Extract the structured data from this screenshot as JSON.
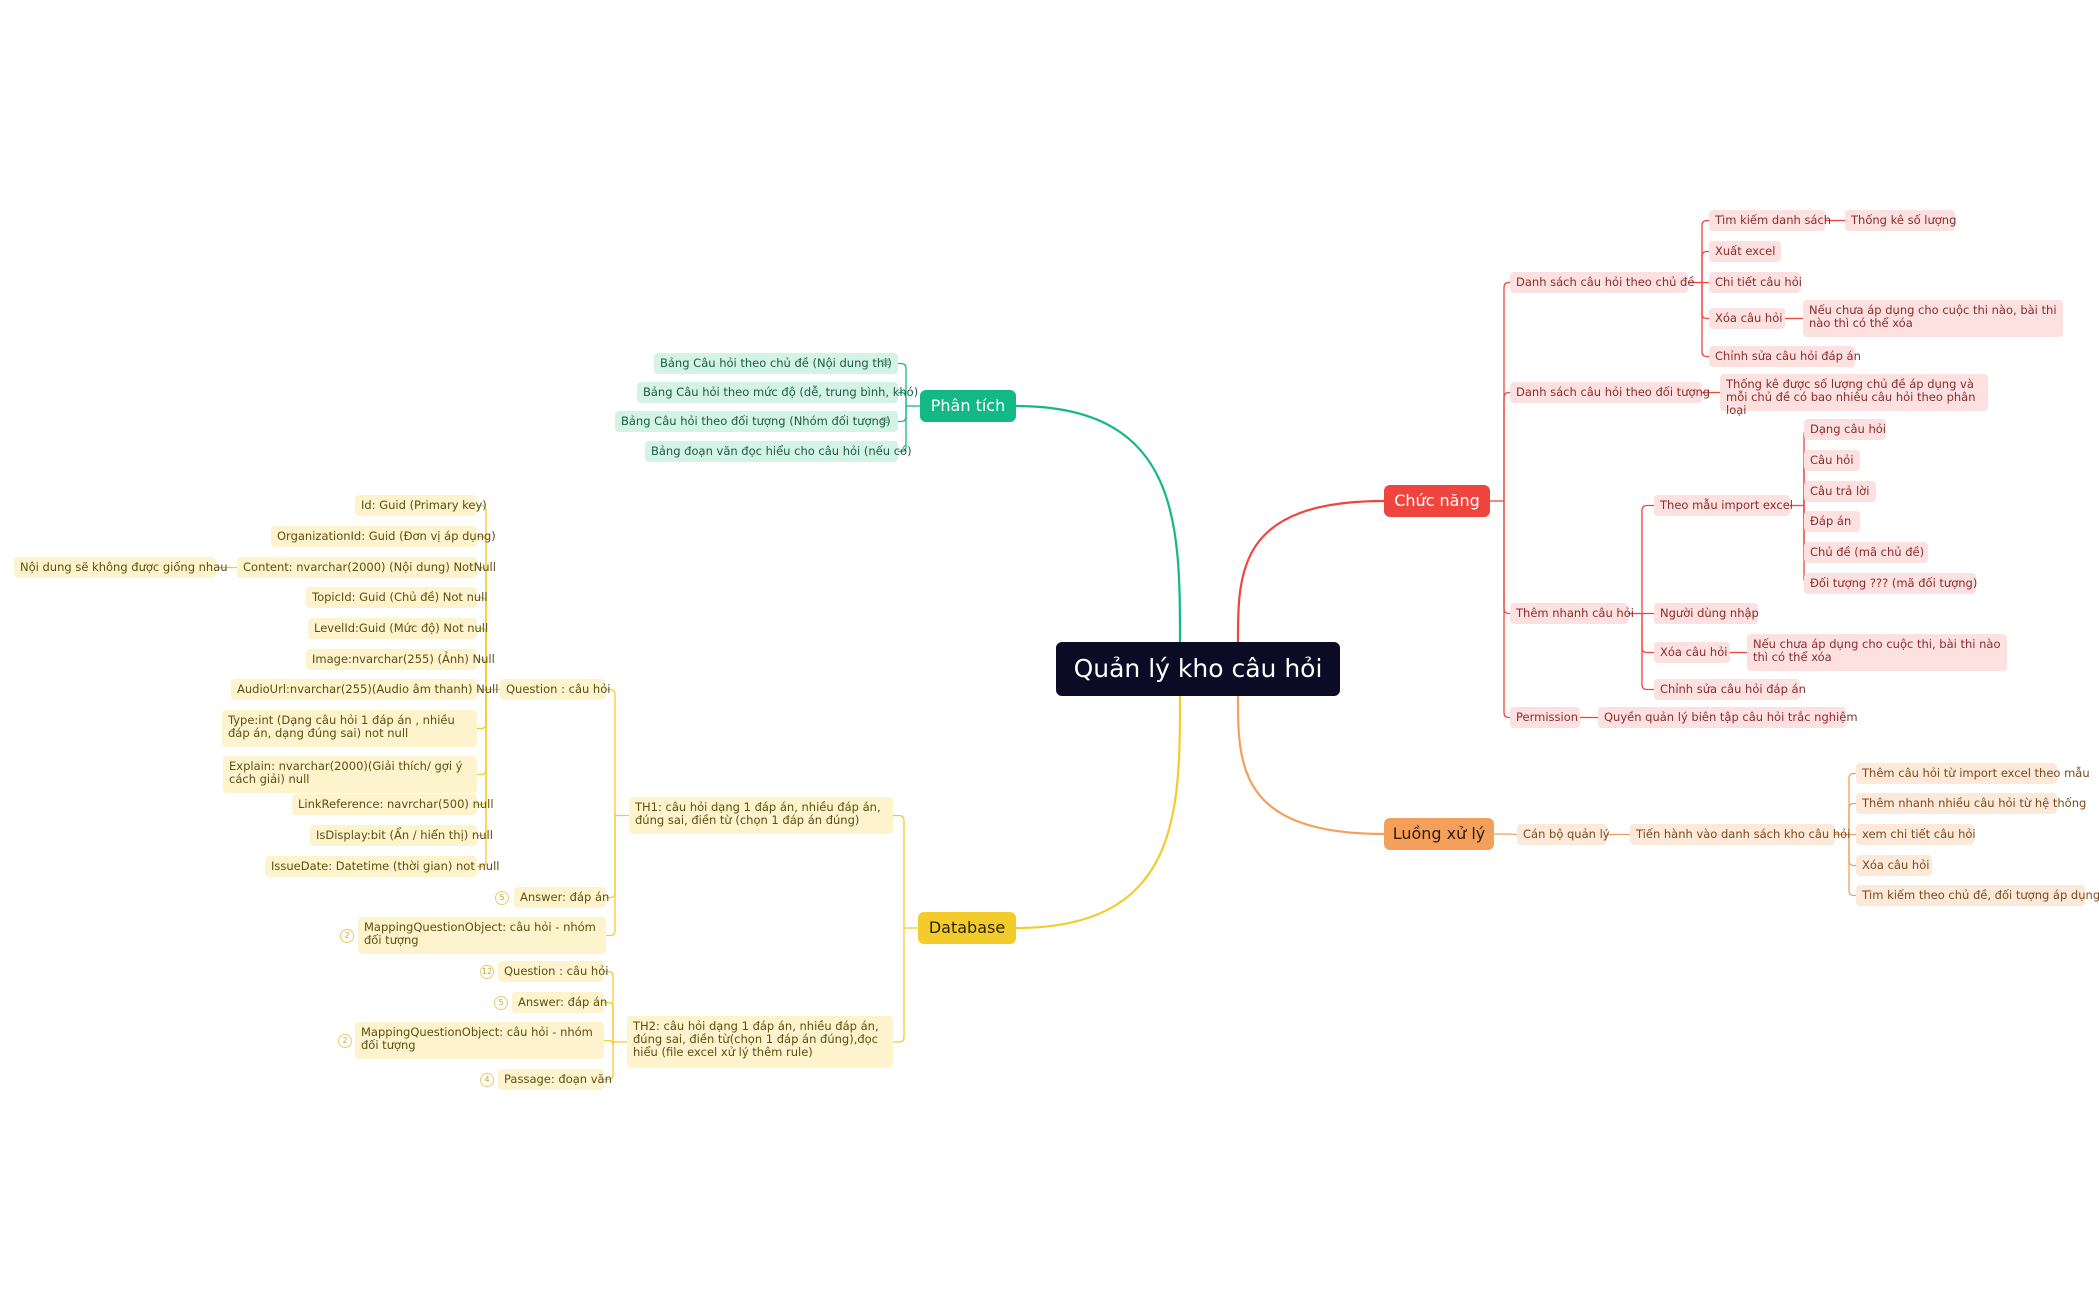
{
  "root": {
    "label": "Quản lý kho câu hỏi"
  },
  "branches": {
    "phan_tich": {
      "label": "Phân tích",
      "color": "#12b886",
      "items": [
        "Bảng Câu hỏi theo chủ đề (Nội dung thi)",
        "Bảng Câu hỏi theo mức độ (dễ, trung bình, khó)",
        "Bảng Câu hỏi theo đối tượng (Nhóm đối tượng)",
        "Bảng  đoạn văn đọc hiểu cho câu hỏi (nếu có)"
      ]
    },
    "chuc_nang": {
      "label": "Chức năng",
      "color": "#f0443f",
      "ds_chu_de": {
        "label": "Danh sách câu hỏi theo chủ đề",
        "tim_kiem": "Tìm kiếm danh sách",
        "thong_ke": "Thống kê số lượng",
        "xuat_excel": "Xuất excel",
        "chi_tiet": "Chi tiết câu hỏi",
        "xoa": "Xóa câu hỏi",
        "xoa_note": "Nếu chưa áp dụng cho cuộc thi nào, bài thi nào thì có thể xóa",
        "chinh_sua": "Chỉnh sửa câu hỏi đáp án"
      },
      "ds_doi_tuong": {
        "label": "Danh sách câu hỏi theo đối tượng",
        "note": "Thống kê được số lượng chủ đề áp dụng và mỗi chủ đề có bao nhiêu câu hỏi theo phân loại"
      },
      "them_nhanh": {
        "label": "Thêm nhanh câu hỏi",
        "theo_mau": "Theo mẫu import excel",
        "mau_items": [
          "Dạng câu hỏi",
          "Câu hỏi",
          "Câu trả lời",
          "Đáp án",
          "Chủ đề (mã chủ đề)",
          "Đối tượng ??? (mã đối tượng)"
        ],
        "nguoi_dung": "Người dùng nhập",
        "xoa": "Xóa câu hỏi",
        "xoa_note": "Nếu chưa áp dụng cho cuộc thi, bài thi nào thì có thể xóa",
        "chinh_sua": "Chỉnh sửa câu hỏi đáp án"
      },
      "permission": {
        "label": "Permission",
        "quyen": "Quyền  quản lý biên tập câu hỏi trắc nghiệm"
      }
    },
    "luong_xu_ly": {
      "label": "Luồng xử lý",
      "color": "#f5a05a",
      "can_bo": "Cán bộ quản lý",
      "tien_hanh": "Tiến hành vào danh sách kho câu hỏi",
      "items": [
        "Thêm câu hỏi từ import excel theo mẫu",
        "Thêm nhanh nhiều câu hỏi từ hệ thống",
        "xem chi tiết câu hỏi",
        "Xóa câu hỏi",
        "Tìm kiếm theo chủ đề, đối tượng áp dụng"
      ]
    },
    "database": {
      "label": "Database",
      "color": "#f3cc2c",
      "th1": {
        "label": "TH1: câu hỏi dạng 1 đáp án, nhiều đáp án, đúng sai, điền từ (chọn 1 đáp án đúng)",
        "question": "Question : câu hỏi",
        "fields": [
          "Id: Guid (Primary key)",
          "OrganizationId: Guid (Đơn vị áp dụng)",
          "Content: nvarchar(2000) (Nội dung) NotNull",
          "TopicId: Guid (Chủ đề) Not null",
          "LevelId:Guid (Mức độ) Not null",
          "Image:nvarchar(255) (Ảnh) Null",
          "AudioUrl:nvarchar(255)(Audio âm thanh) Null",
          "Type:int (Dạng câu hỏi 1 đáp án , nhiều đáp án, dạng đúng sai) not null",
          "Explain: nvarchar(2000)(Giải thích/ gợi ý cách giải) null",
          "LinkReference: navrchar(500) null",
          "IsDisplay:bit (Ẩn / hiển thị) null",
          "IssueDate: Datetime (thời gian) not null"
        ],
        "content_note": "Nội dung sẽ không được giống nhau",
        "answer": "Answer: đáp án",
        "answer_badge": "5",
        "mapping": "MappingQuestionObject: câu hỏi - nhóm đối tượng",
        "mapping_badge": "2"
      },
      "th2": {
        "label": "TH2: câu hỏi dạng 1 đáp án, nhiều đáp án, đúng sai, điền từ(chọn 1 đáp án đúng),đọc hiểu (file excel xử lý thêm rule)",
        "question": "Question : câu hỏi",
        "question_badge": "12",
        "answer": "Answer: đáp án",
        "answer_badge": "5",
        "mapping": "MappingQuestionObject: câu hỏi - nhóm đối tượng",
        "mapping_badge": "2",
        "passage": "Passage: đoạn văn",
        "passage_badge": "4"
      }
    }
  }
}
